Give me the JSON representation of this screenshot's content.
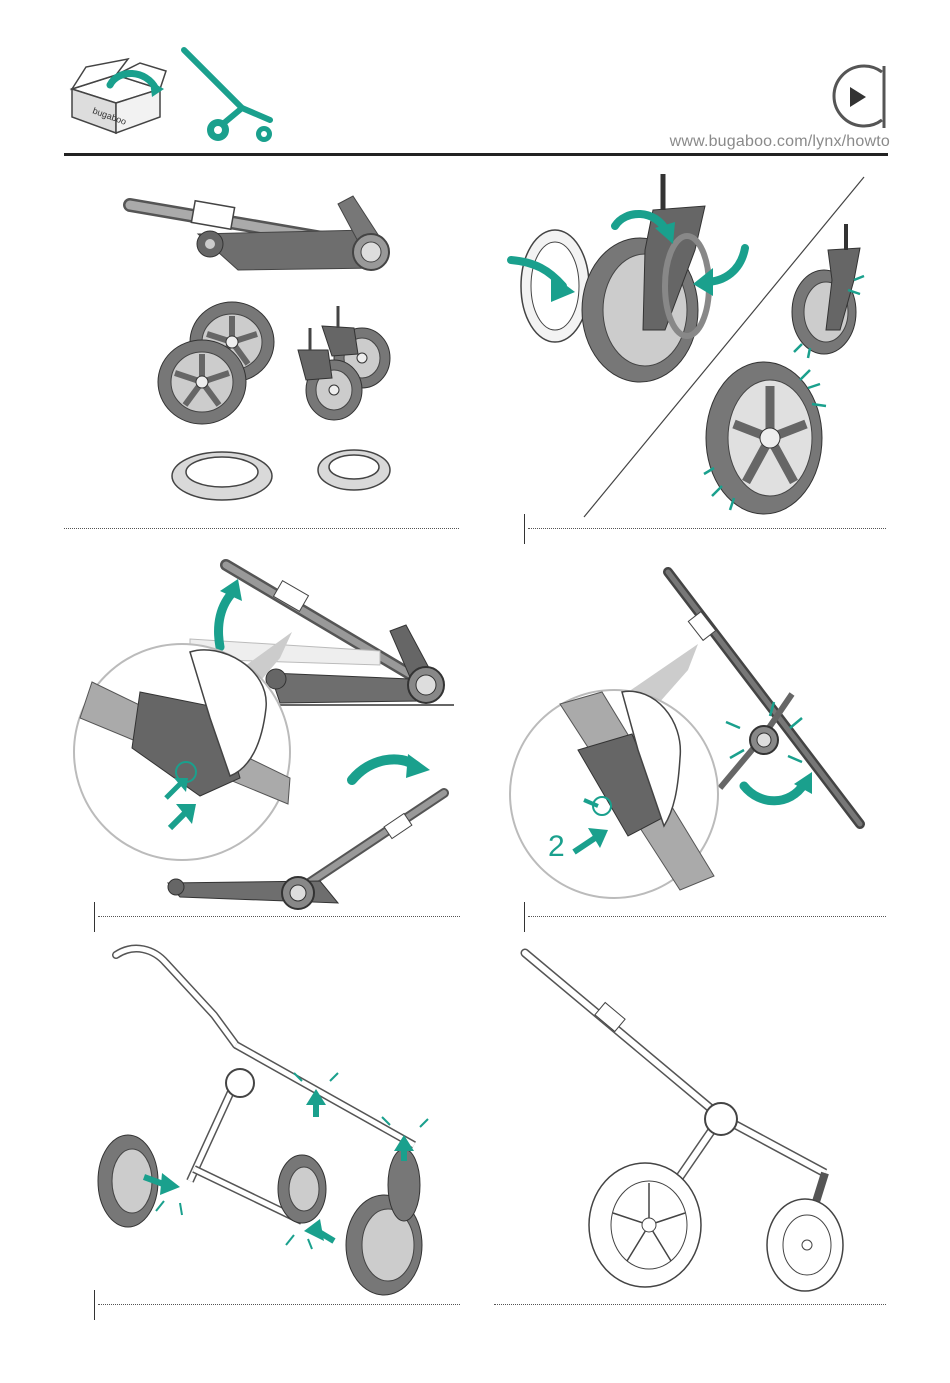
{
  "header": {
    "url": "www.bugaboo.com/lynx/howto",
    "box_brand": "bugaboo",
    "play_icon": "play-icon"
  },
  "step4": {
    "number": "2"
  },
  "colors": {
    "accent": "#1aa08d",
    "frame_dark": "#4d4d4d",
    "frame_mid": "#8c8c8c",
    "rule": "#222222"
  }
}
